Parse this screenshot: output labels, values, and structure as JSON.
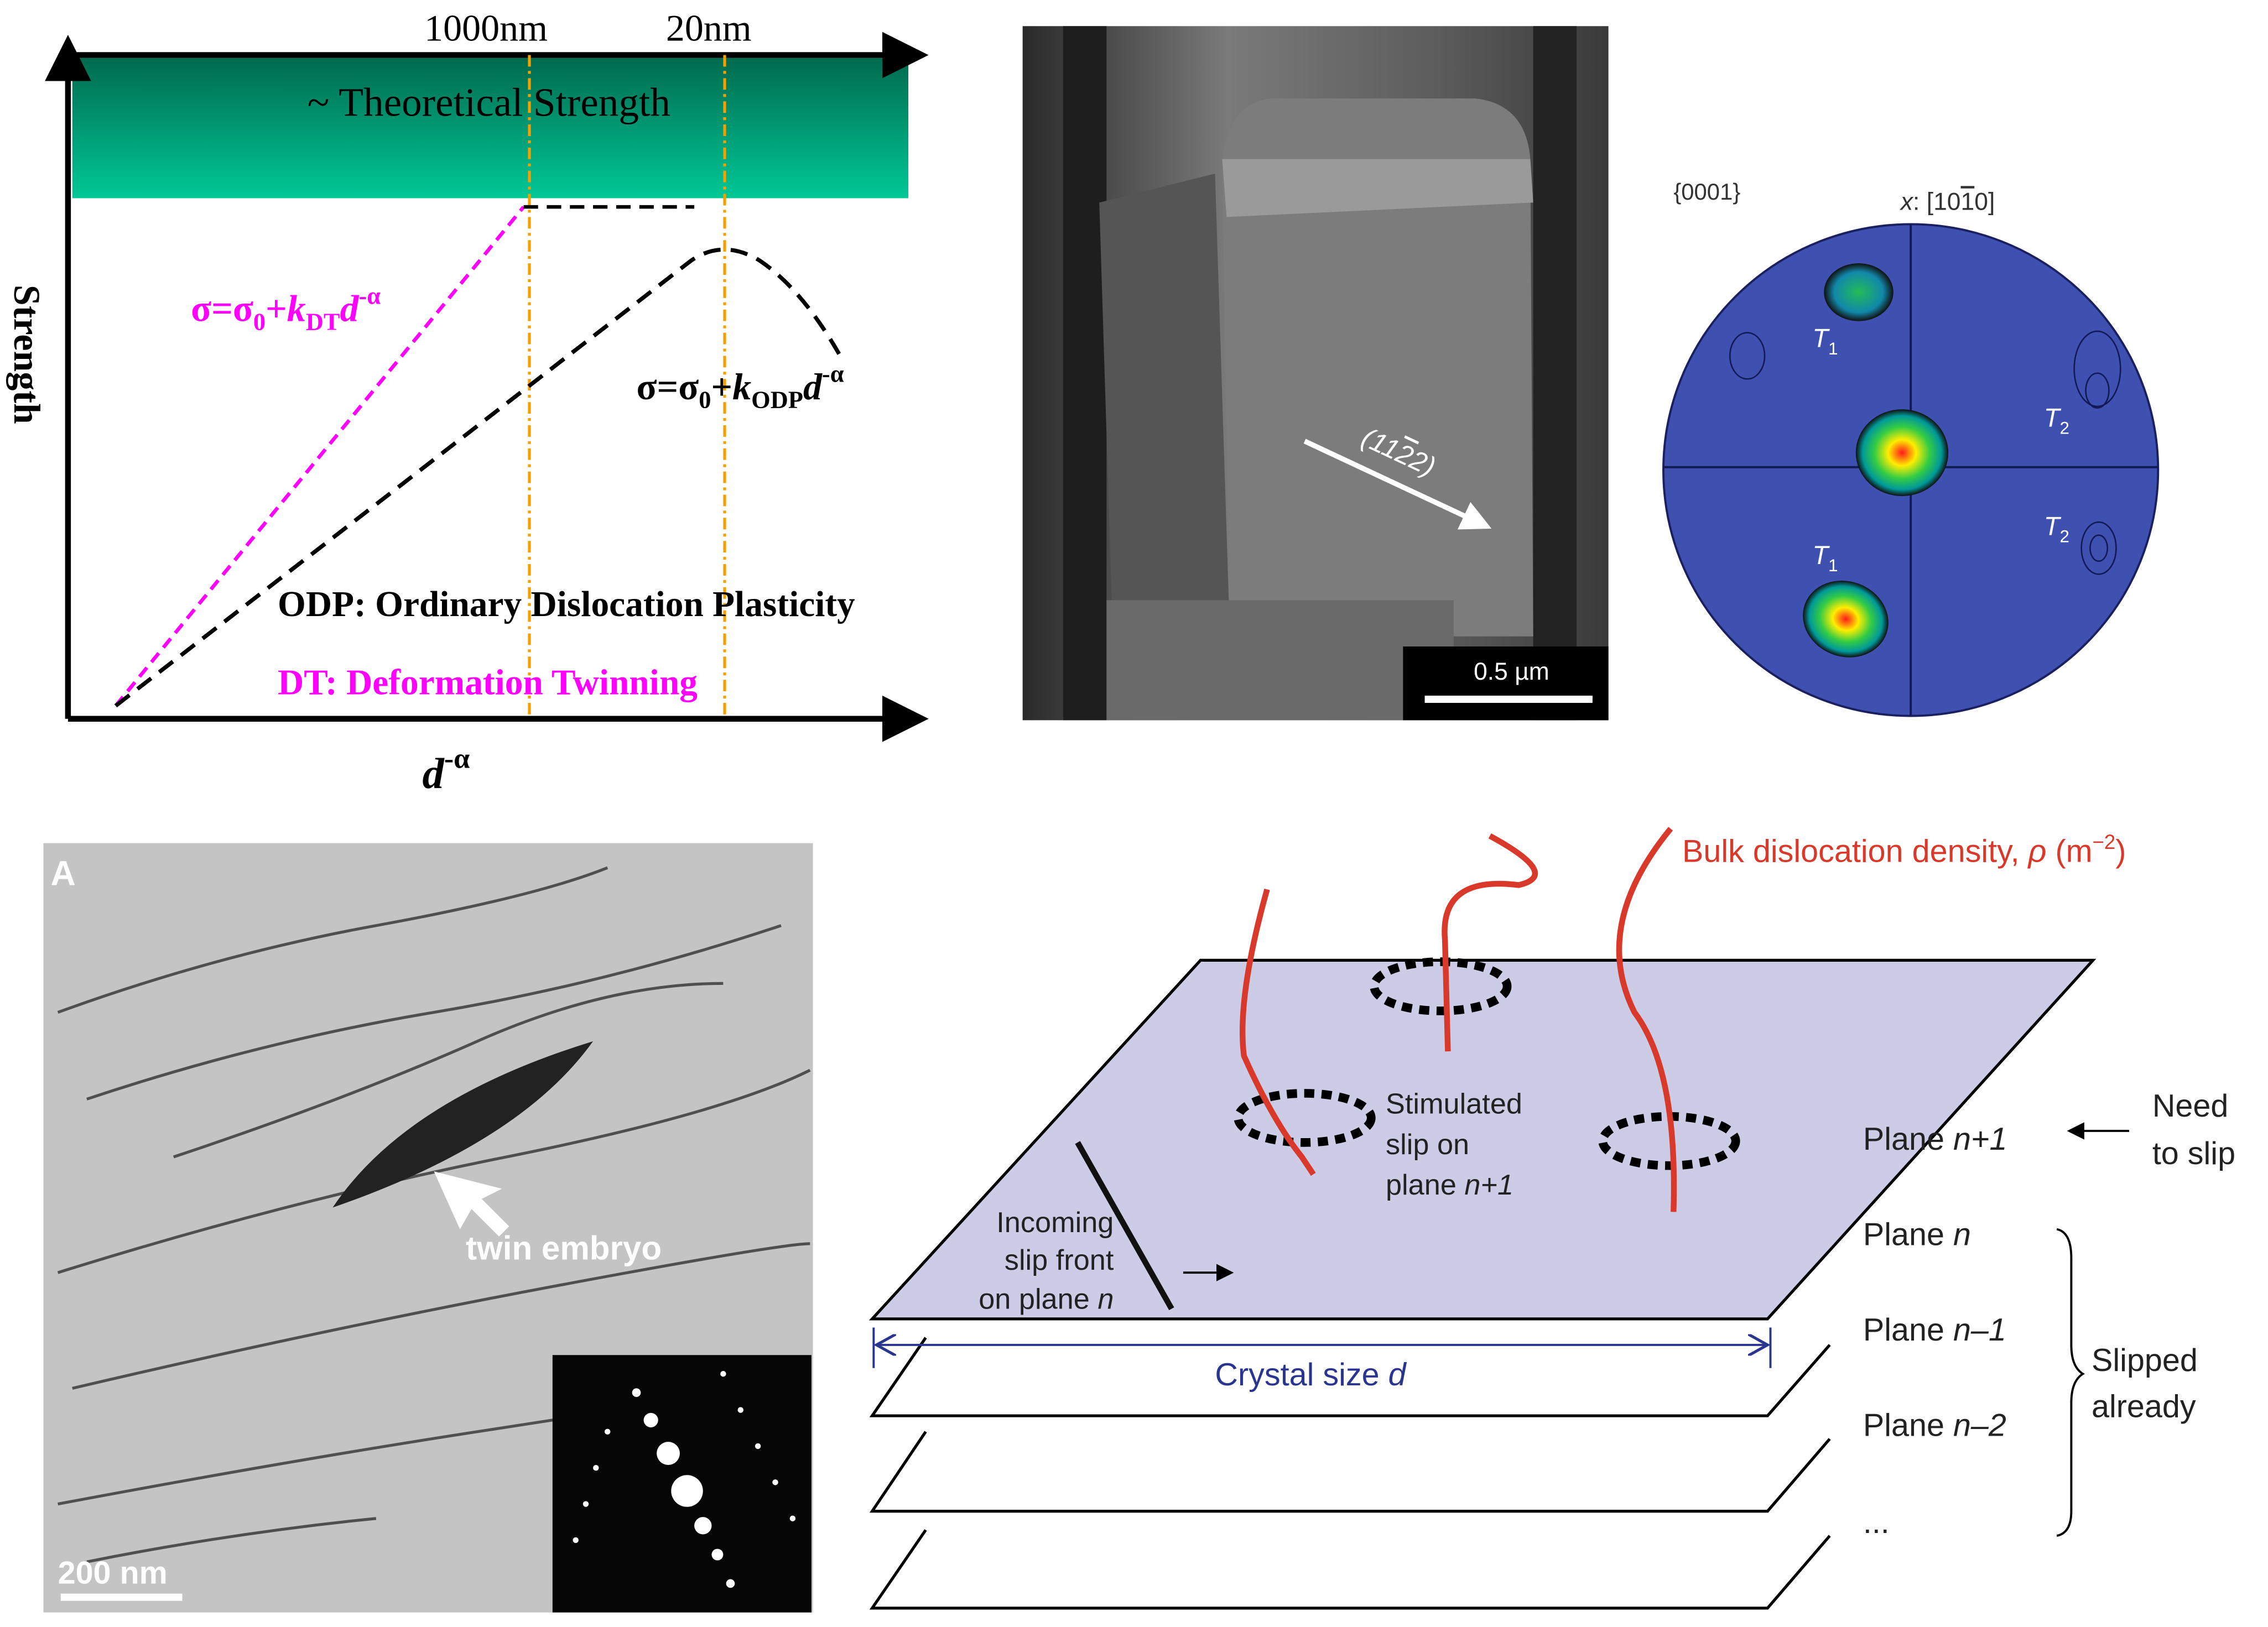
{
  "strength_plot": {
    "y_axis_label": "Strength",
    "x_axis_label_base": "d",
    "x_axis_label_exp": "-α",
    "top_band_label": "~ Theoretical Strength",
    "marker_1000": "1000nm",
    "marker_20": "20nm",
    "dt_eq": {
      "a": "σ=σ",
      "sub0": "0",
      "b": "+",
      "k": "k",
      "sub": "DT",
      "d": "d",
      "exp": "-α"
    },
    "odp_eq": {
      "a": "σ=σ",
      "sub0": "0",
      "b": "+",
      "k": "k",
      "sub": "ODP",
      "d": "d",
      "exp": "-α"
    },
    "legend_odp": "ODP: Ordinary Dislocation Plasticity",
    "legend_dt": "DT: Deformation Twinning",
    "colors": {
      "dt": "#ff00ff",
      "odp": "#000000",
      "marker": "#f5a000",
      "band_top": "#006a4e",
      "band_bottom": "#00c896"
    }
  },
  "sem_image": {
    "direction_label": "(11",
    "direction_bar": "2",
    "direction_end": "2)",
    "scale_bar": "0.5 µm"
  },
  "pole_figure": {
    "family": "{0001}",
    "axis_prefix": "x",
    "axis_label_a": ": [10",
    "axis_bar": "1",
    "axis_label_b": "0]",
    "labels": [
      {
        "t": "T",
        "s": "1"
      },
      {
        "t": "T",
        "s": "2"
      },
      {
        "t": "T",
        "s": "2"
      },
      {
        "t": "T",
        "s": "1"
      }
    ],
    "fill": "#3f51b0"
  },
  "tem_image": {
    "panel_label": "A",
    "annotation": "twin embryo",
    "scale_bar": "200 nm"
  },
  "slip_diagram": {
    "bulk_label": "Bulk dislocation density, ",
    "bulk_rho": "ρ",
    "bulk_unit": " (m",
    "bulk_exp": "−2",
    "bulk_close": ")",
    "stimulated": [
      "Stimulated",
      "slip on",
      "plane "
    ],
    "stimulated_n": "n+1",
    "incoming": [
      "Incoming",
      "slip front",
      "on plane "
    ],
    "incoming_n": "n",
    "crystal_size": "Crystal size ",
    "crystal_d": "d",
    "planes": [
      {
        "label": "Plane ",
        "n": "n+1"
      },
      {
        "label": "Plane ",
        "n": "n"
      },
      {
        "label": "Plane ",
        "n": "n–1"
      },
      {
        "label": "Plane ",
        "n": "n–2"
      },
      {
        "label": "",
        "n": "..."
      }
    ],
    "need_to_slip": [
      "Need",
      "to slip"
    ],
    "slipped_already": [
      "Slipped",
      "already"
    ],
    "colors": {
      "plane": "#cccce6",
      "dislocation": "#d8392b",
      "size": "#2a3590"
    }
  }
}
